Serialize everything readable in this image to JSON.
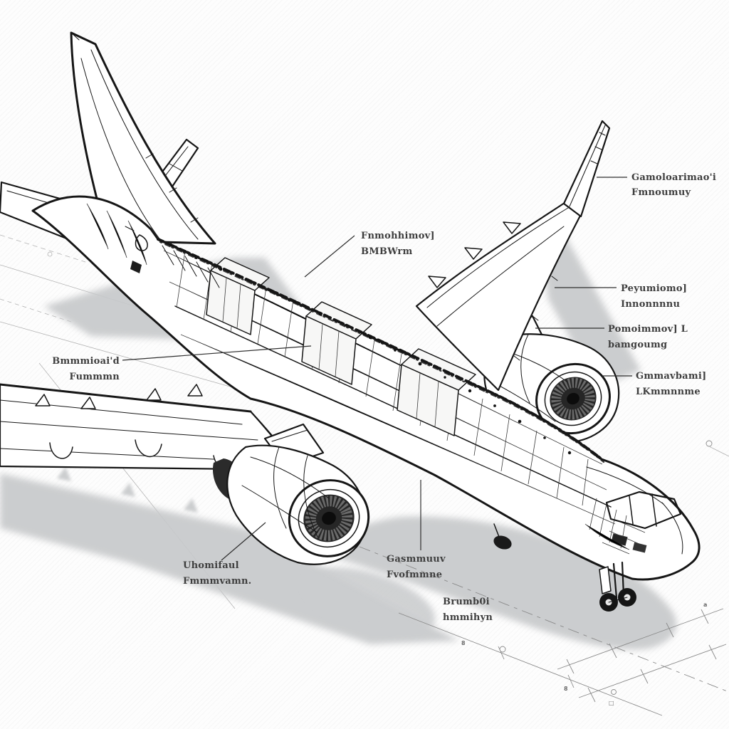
{
  "figure": {
    "type": "technical cutaway illustration",
    "subject": "twin-engine jet airliner, isometric view, fuselage cut open showing internal frames and cargo boxes",
    "style": "black line art on white with gray ground shadow and isometric dimension lines"
  },
  "colors": {
    "ink": "#161616",
    "shadow_gray": "#c7c9cb",
    "cockpit_window_tint": "#ccd1c7",
    "label_text": "#3e3e3e",
    "background": "#fdfdfd",
    "dim_line": "#8a8a8a"
  },
  "labels": [
    {
      "id": "winglet",
      "line1": "Gamoloarimao'i",
      "line2": "Fmnoumuy"
    },
    {
      "id": "fuselage-cut",
      "line1": "Fnmohhimov]",
      "line2": "BMBWrm"
    },
    {
      "id": "wing-upper",
      "line1": "Peyumiomo]",
      "line2": "Innonnnnu"
    },
    {
      "id": "wing-lower",
      "line1": "Pomoimmov] L",
      "line2": "bamgoumg"
    },
    {
      "id": "right-engine",
      "line1": "Gmmavbami]",
      "line2": "LKmmnnme"
    },
    {
      "id": "left-fuselage",
      "line1": "Bmmmioai'd",
      "line2": "Fummmn"
    },
    {
      "id": "left-engine",
      "line1": "Uhomifaul",
      "line2": "Fmmmvamn."
    },
    {
      "id": "belly",
      "line1": "Gasmmuuv",
      "line2": "Fvofmmne"
    },
    {
      "id": "nose-gear",
      "line1": "Brumb0i",
      "line2": "hmmihyn"
    }
  ],
  "dim_marks": [
    {
      "char": "8"
    },
    {
      "char": "a"
    },
    {
      "char": "□"
    },
    {
      "char": "8"
    }
  ]
}
